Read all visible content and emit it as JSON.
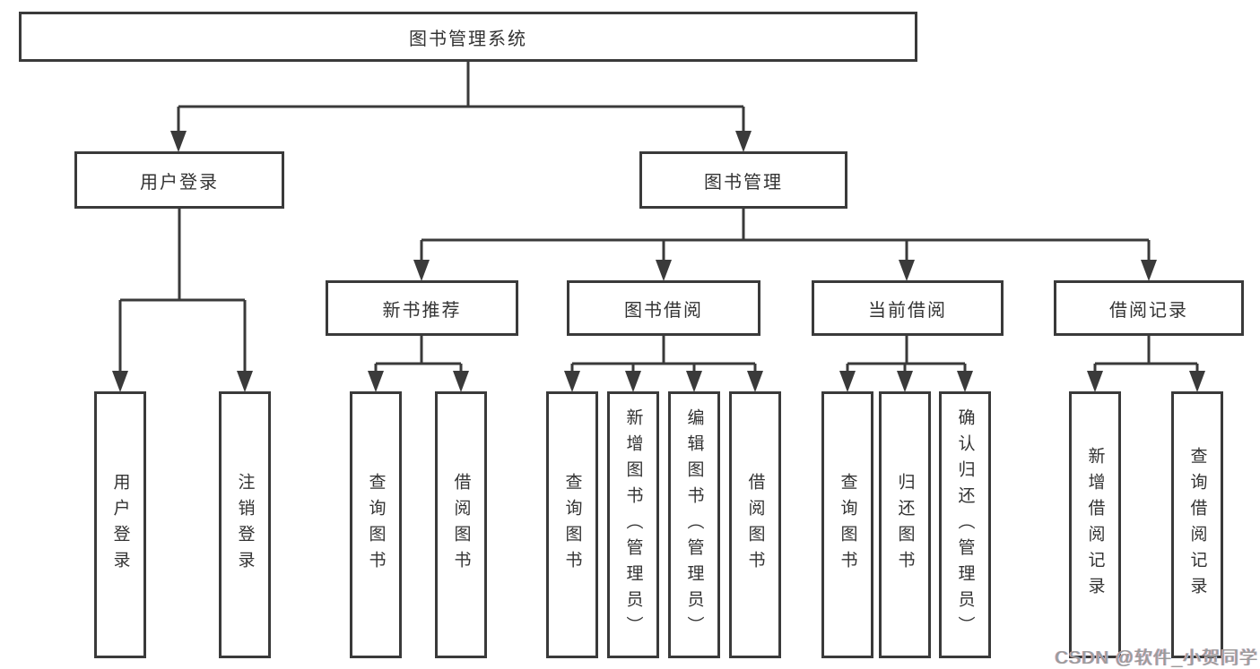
{
  "diagram": {
    "colors": {
      "line": "#3a3a3a",
      "box_border": "#3a3a3a",
      "text": "#333333",
      "background": "#ffffff",
      "watermark": "#9a9a9a"
    },
    "tree": {
      "root": {
        "label": "图书管理系统",
        "children": [
          {
            "label": "用户登录",
            "children": [
              {
                "label": "用户登录"
              },
              {
                "label": "注销登录"
              }
            ]
          },
          {
            "label": "图书管理",
            "children": [
              {
                "label": "新书推荐",
                "children": [
                  {
                    "label": "查询图书"
                  },
                  {
                    "label": "借阅图书"
                  }
                ]
              },
              {
                "label": "图书借阅",
                "children": [
                  {
                    "label": "查询图书"
                  },
                  {
                    "label": "新增图书（管理员）"
                  },
                  {
                    "label": "编辑图书（管理员）"
                  },
                  {
                    "label": "借阅图书"
                  }
                ]
              },
              {
                "label": "当前借阅",
                "children": [
                  {
                    "label": "查询图书"
                  },
                  {
                    "label": "归还图书"
                  },
                  {
                    "label": "确认归还（管理员）"
                  }
                ]
              },
              {
                "label": "借阅记录",
                "children": [
                  {
                    "label": "新增借阅记录"
                  },
                  {
                    "label": "查询借阅记录"
                  }
                ]
              }
            ]
          }
        ]
      }
    },
    "watermark": {
      "text": "CSDN @软件_小贺同学"
    }
  }
}
